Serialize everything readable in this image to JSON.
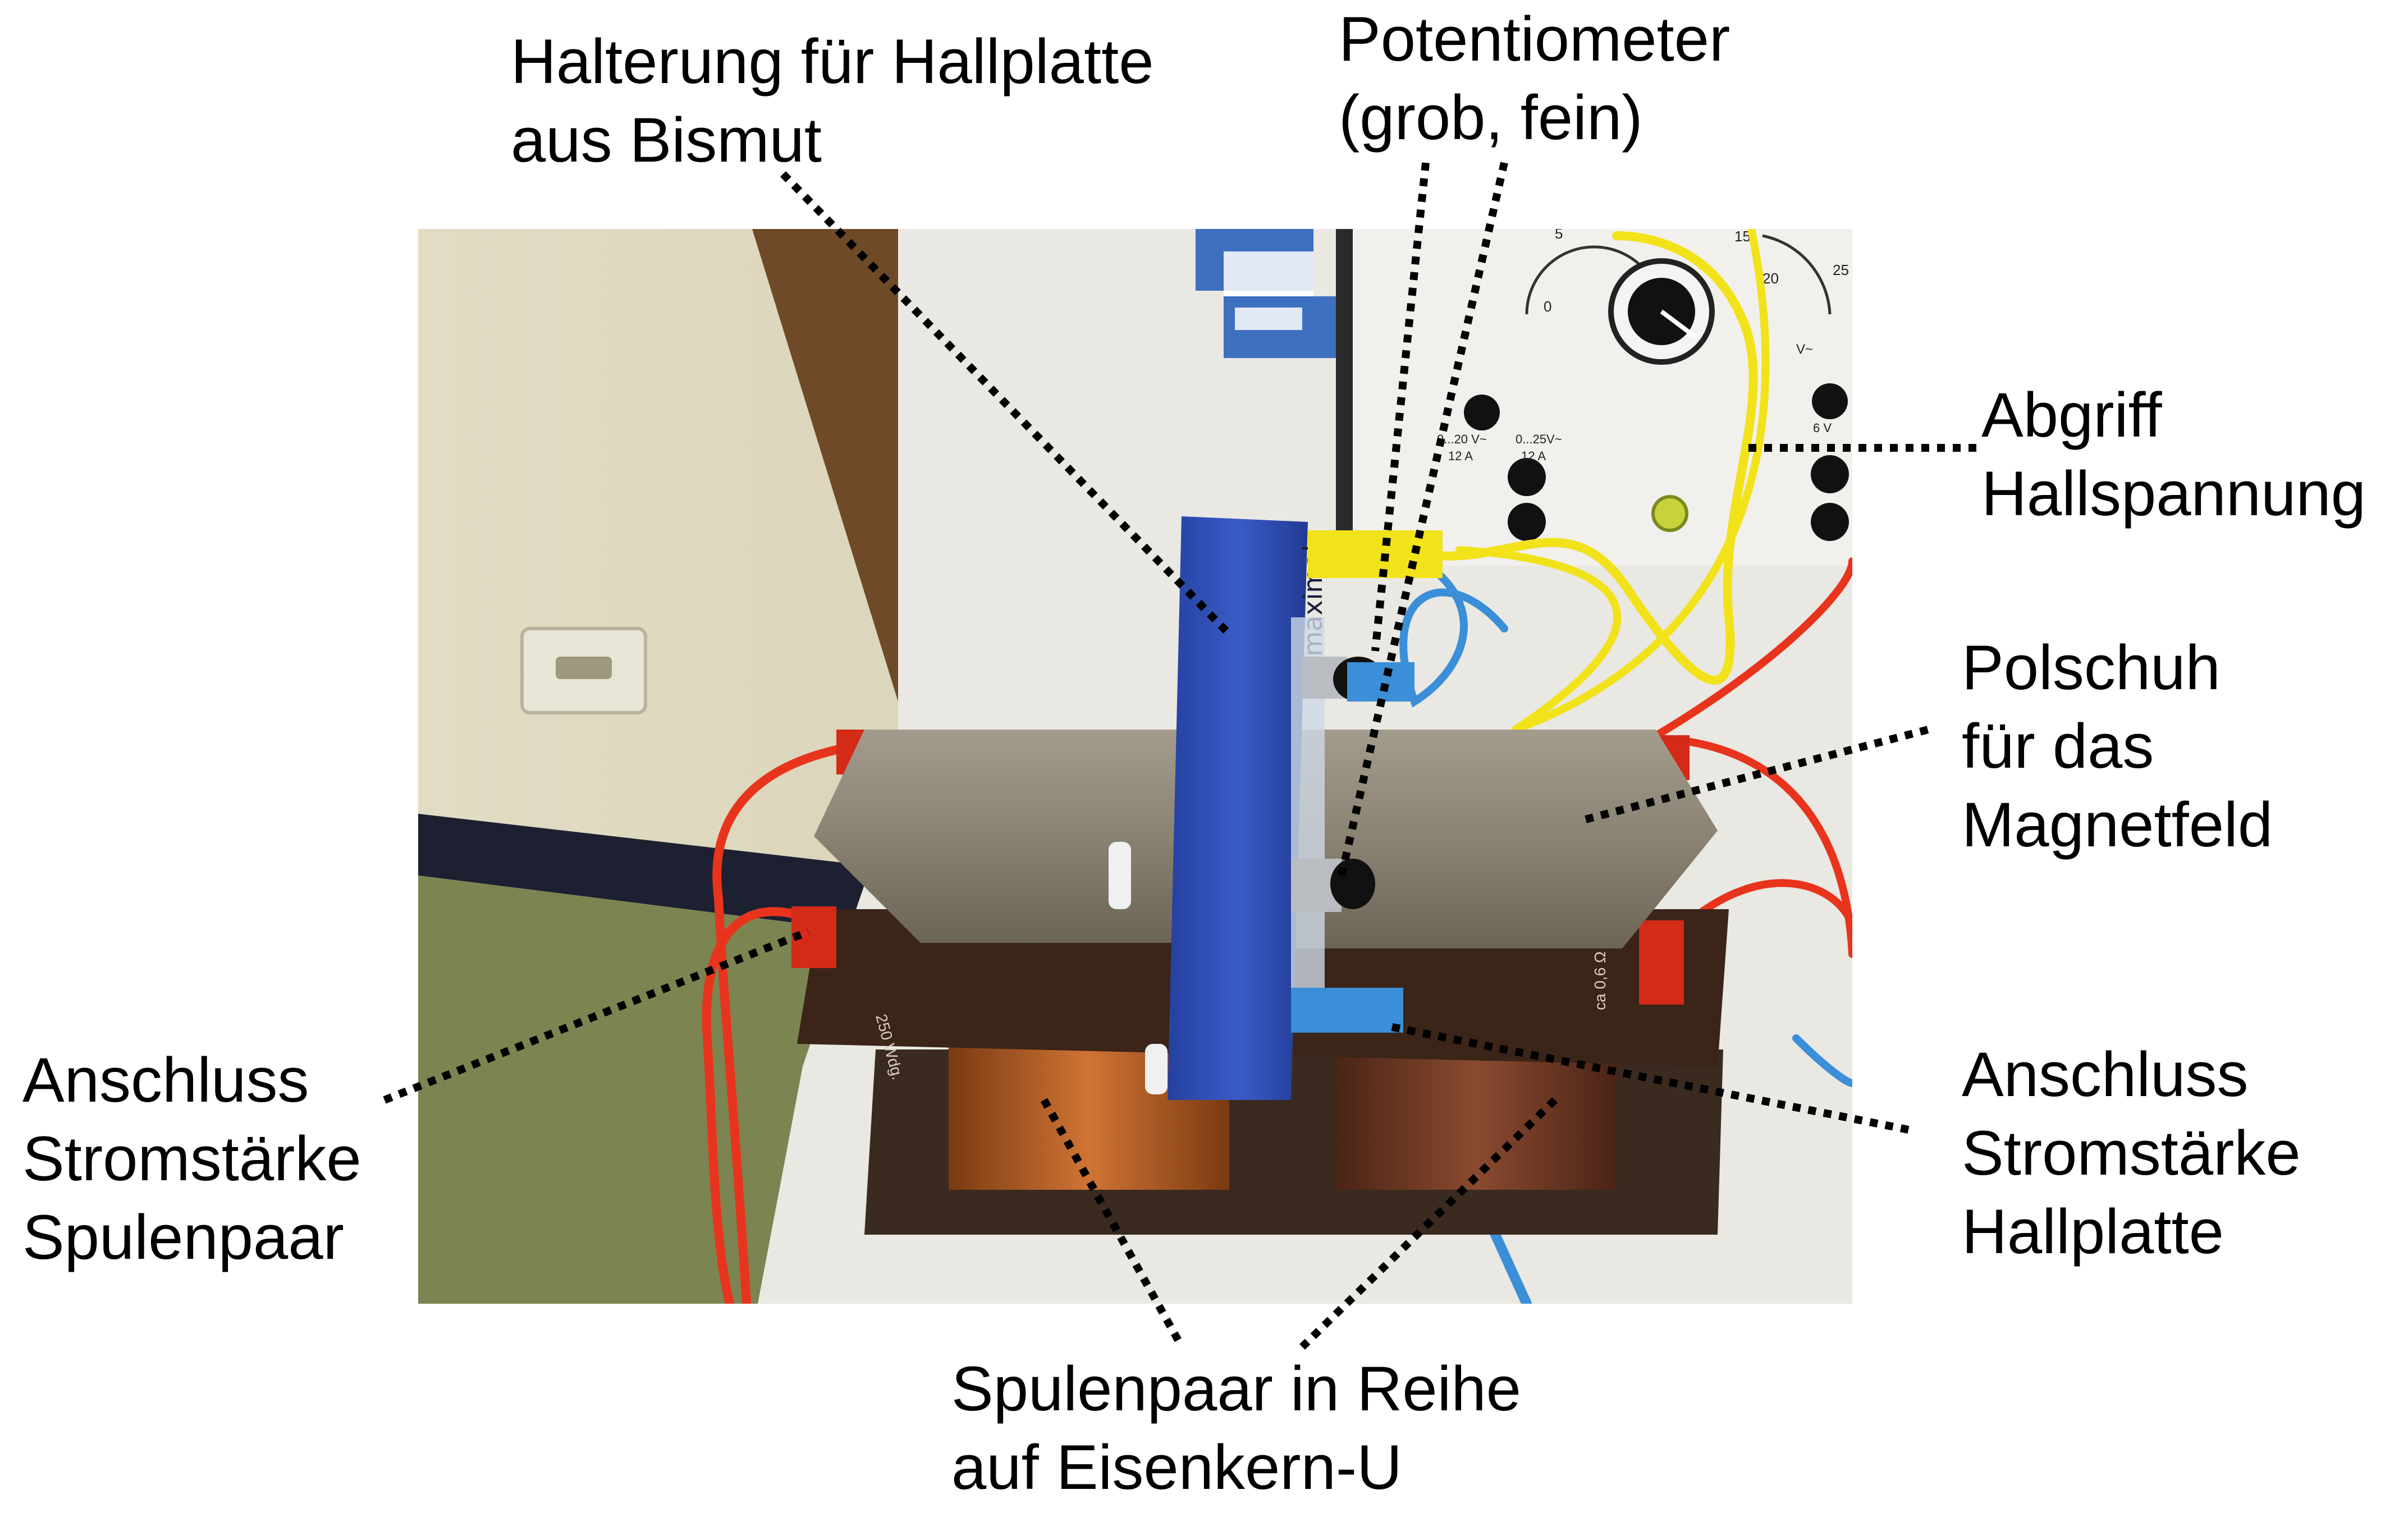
{
  "labels": {
    "halterung": {
      "line1": "Halterung für Hallplatte",
      "line2": "aus Bismut"
    },
    "potentiometer": {
      "line1": "Potentiometer",
      "line2": "(grob, fein)"
    },
    "abgriff": {
      "line1": "Abgriff",
      "line2": "Hallspannung"
    },
    "polschuh": {
      "line1": "Polschuh",
      "line2": "für das",
      "line3": "Magnetfeld"
    },
    "anschluss_spulen": {
      "line1": "Anschluss",
      "line2": "Stromstärke",
      "line3": "Spulenpaar"
    },
    "anschluss_hall": {
      "line1": "Anschluss",
      "line2": "Stromstärke",
      "line3": "Hallplatte"
    },
    "spulenpaar": {
      "line1": "Spulenpaar in Reihe",
      "line2": "auf Eisenkern-U"
    }
  },
  "photo": {
    "handwriting": "5A maximal",
    "coil_label_left": "250 Wdg.",
    "coil_label_right": "ca 0,6 Ω",
    "dial_ticks": [
      "0",
      "5",
      "15",
      "20",
      "25"
    ],
    "supply_labels": [
      "0...20 V~",
      "12 A",
      "0...25V~",
      "12 A",
      "V~",
      "6 V"
    ]
  },
  "colors": {
    "wall": "#d8d2b8",
    "wood": "#6e4a28",
    "blue_holder": "#2f4fb6",
    "iron": "#8a8272",
    "copper": "#b8622a",
    "red_cable": "#e8341c",
    "yellow_cable": "#f2e21a",
    "blue_cable": "#3a8fd8"
  }
}
